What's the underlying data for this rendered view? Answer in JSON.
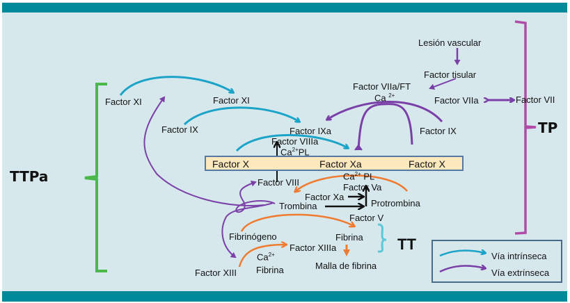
{
  "diagram": {
    "title_band_color": "#008a99",
    "background_color": "#d6e8ec",
    "colors": {
      "intrinsic": "#1ba3c8",
      "extrinsic": "#7b3fa8",
      "common": "#f07b30",
      "ttpa_bracket": "#4cb848",
      "tp_bracket": "#b04ca8",
      "tt_bracket": "#5bc8d8",
      "factor_x_box": "#fbe8bd"
    },
    "brackets": {
      "ttpa": "TTPa",
      "tp": "TP",
      "tt": "TT"
    },
    "nodes": {
      "lesion": "Lesión vascular",
      "tissue_factor": "Factor tisular",
      "viia_ft": "Factor VIIa/FT",
      "ca_ft": "Ca ",
      "ca_ft_sup": "2+",
      "factor_viia": "Factor VIIa",
      "factor_vii": "Factor VII",
      "factor_ix_right": "Factor IX",
      "factor_xi_left": "Factor XI",
      "factor_xi_mid": "Factor XI",
      "factor_ix_left": "Factor IX",
      "factor_ixa": "Factor IXa",
      "factor_viiia": "Factor VIIIa",
      "ca_pl_top": "Ca",
      "ca_pl_top_sup": "2+",
      "ca_pl_top_suffix": "PL",
      "factor_x_left": "Factor X",
      "factor_xa": "Factor Xa",
      "factor_x_right": "Factor X",
      "factor_viii": "Factor VIII",
      "ca_pl_bottom": "Ca",
      "ca_pl_bottom_sup": "2+",
      "ca_pl_bottom_suffix": " PL",
      "factor_va": "Factor Va",
      "factor_xa_2": "Factor Xa",
      "trombina": "Trombina",
      "protrombina": "Protrombina",
      "factor_v": "Factor V",
      "fibrinogeno": "Fibrinógeno",
      "fibrina": "Fibrina",
      "factor_xiiia": "Factor XIIIa",
      "malla": "Malla de fibrina",
      "ca_fib": "Ca",
      "ca_fib_sup": "2+",
      "fibrina_2": "Fibrina",
      "factor_xiii": "Factor XIII"
    },
    "legend": {
      "intrinsic_label": "Vía intrínseca",
      "extrinsic_label": "Vía extrínseca"
    }
  }
}
